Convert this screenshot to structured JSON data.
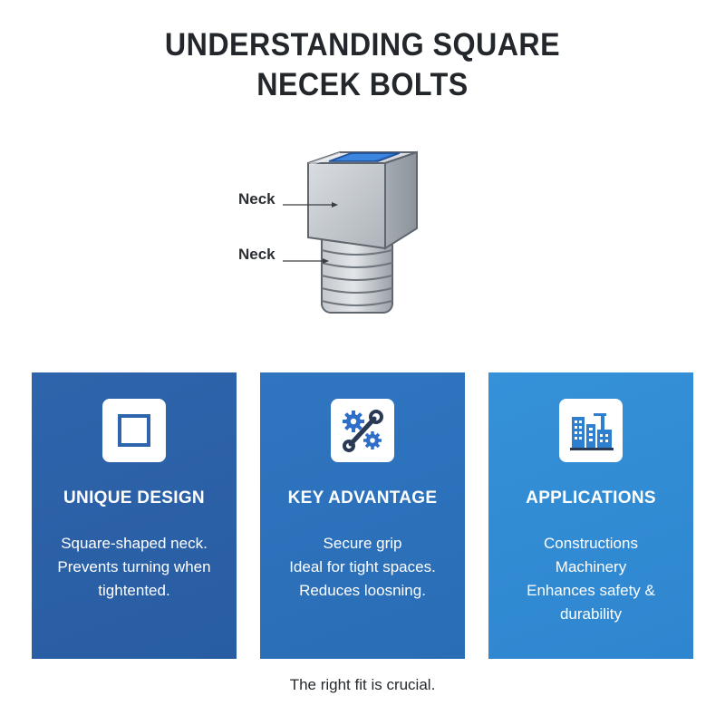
{
  "title": {
    "line1": "UNDERSTANDING SQUARE",
    "line2": "NECEK BOLTS"
  },
  "diagram": {
    "callouts": [
      "Neck",
      "Neck"
    ]
  },
  "cards": [
    {
      "icon": "square-icon",
      "title": "UNIQUE DESIGN",
      "lines": [
        "Square-shaped neck.",
        "Prevents turning when",
        "tightented."
      ]
    },
    {
      "icon": "wrench-gears-icon",
      "title": "KEY ADVANTAGE",
      "lines": [
        "Secure grip",
        "Ideal for tight spaces.",
        "Reduces loosning."
      ]
    },
    {
      "icon": "buildings-icon",
      "title": "APPLICATIONS",
      "lines": [
        "Constructions",
        "Machinery",
        "Enhances safety &",
        "durability"
      ]
    }
  ],
  "footer": "The right fit is crucial.",
  "colors": {
    "card1": "#2e64ab",
    "card2": "#2f75bf",
    "card3": "#3591d8",
    "accent_blue": "#2f6ec8"
  }
}
